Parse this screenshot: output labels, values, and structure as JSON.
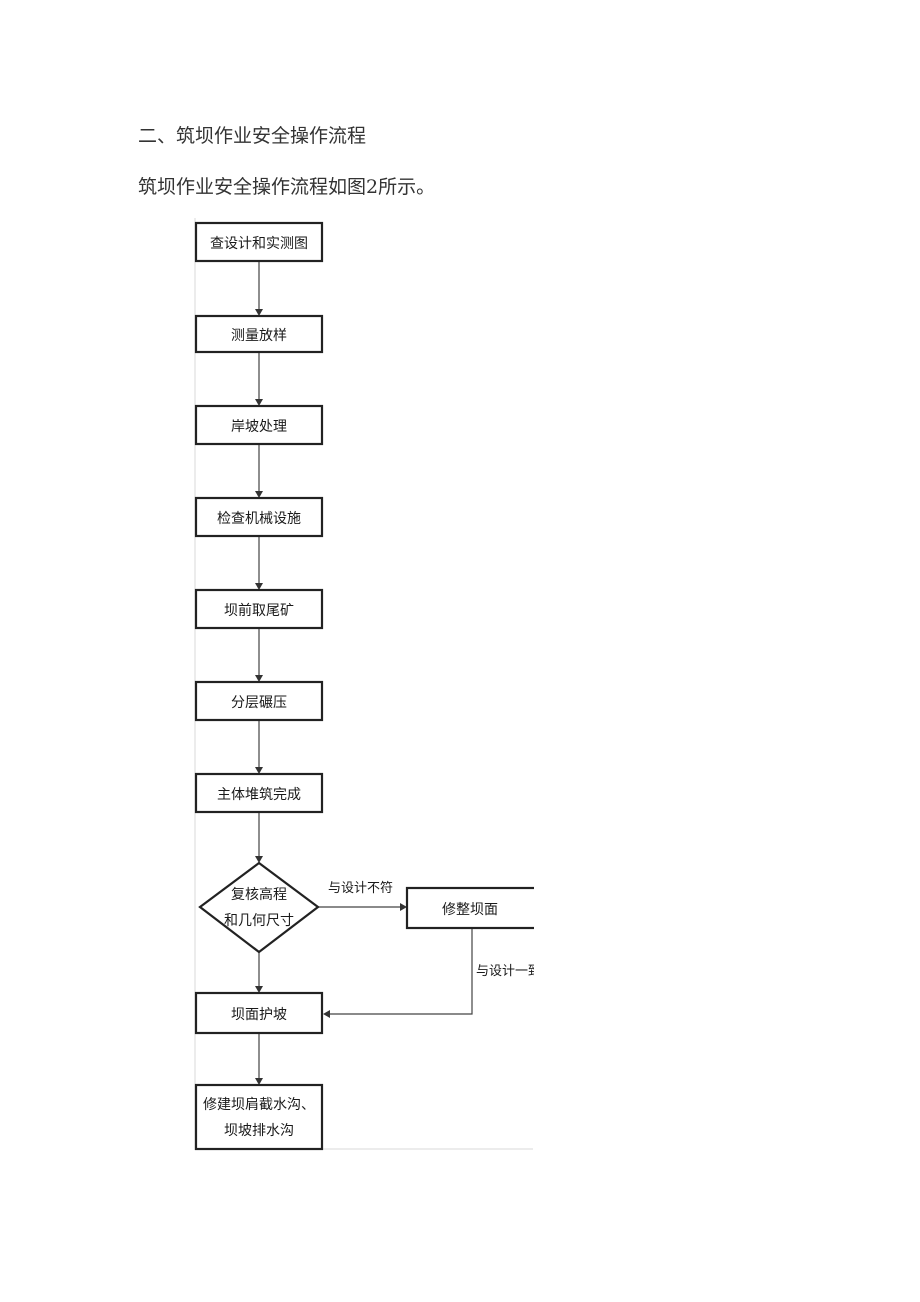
{
  "document": {
    "heading": "二、筑坝作业安全操作流程",
    "intro": "筑坝作业安全操作流程如图2所示。"
  },
  "flowchart": {
    "nodes": {
      "n1": "查设计和实测图",
      "n2": "测量放样",
      "n3": "岸坡处理",
      "n4": "检查机械设施",
      "n5": "坝前取尾矿",
      "n6": "分层碾压",
      "n7": "主体堆筑完成",
      "decision_line1": "复核高程",
      "decision_line2": "和几何尺寸",
      "n8": "修整坝面",
      "n9": "坝面护坡",
      "n10_line1": "修建坝肩截水沟、",
      "n10_line2": "坝坡排水沟"
    },
    "edge_labels": {
      "mismatch": "与设计不符",
      "match": "与设计一致"
    }
  }
}
